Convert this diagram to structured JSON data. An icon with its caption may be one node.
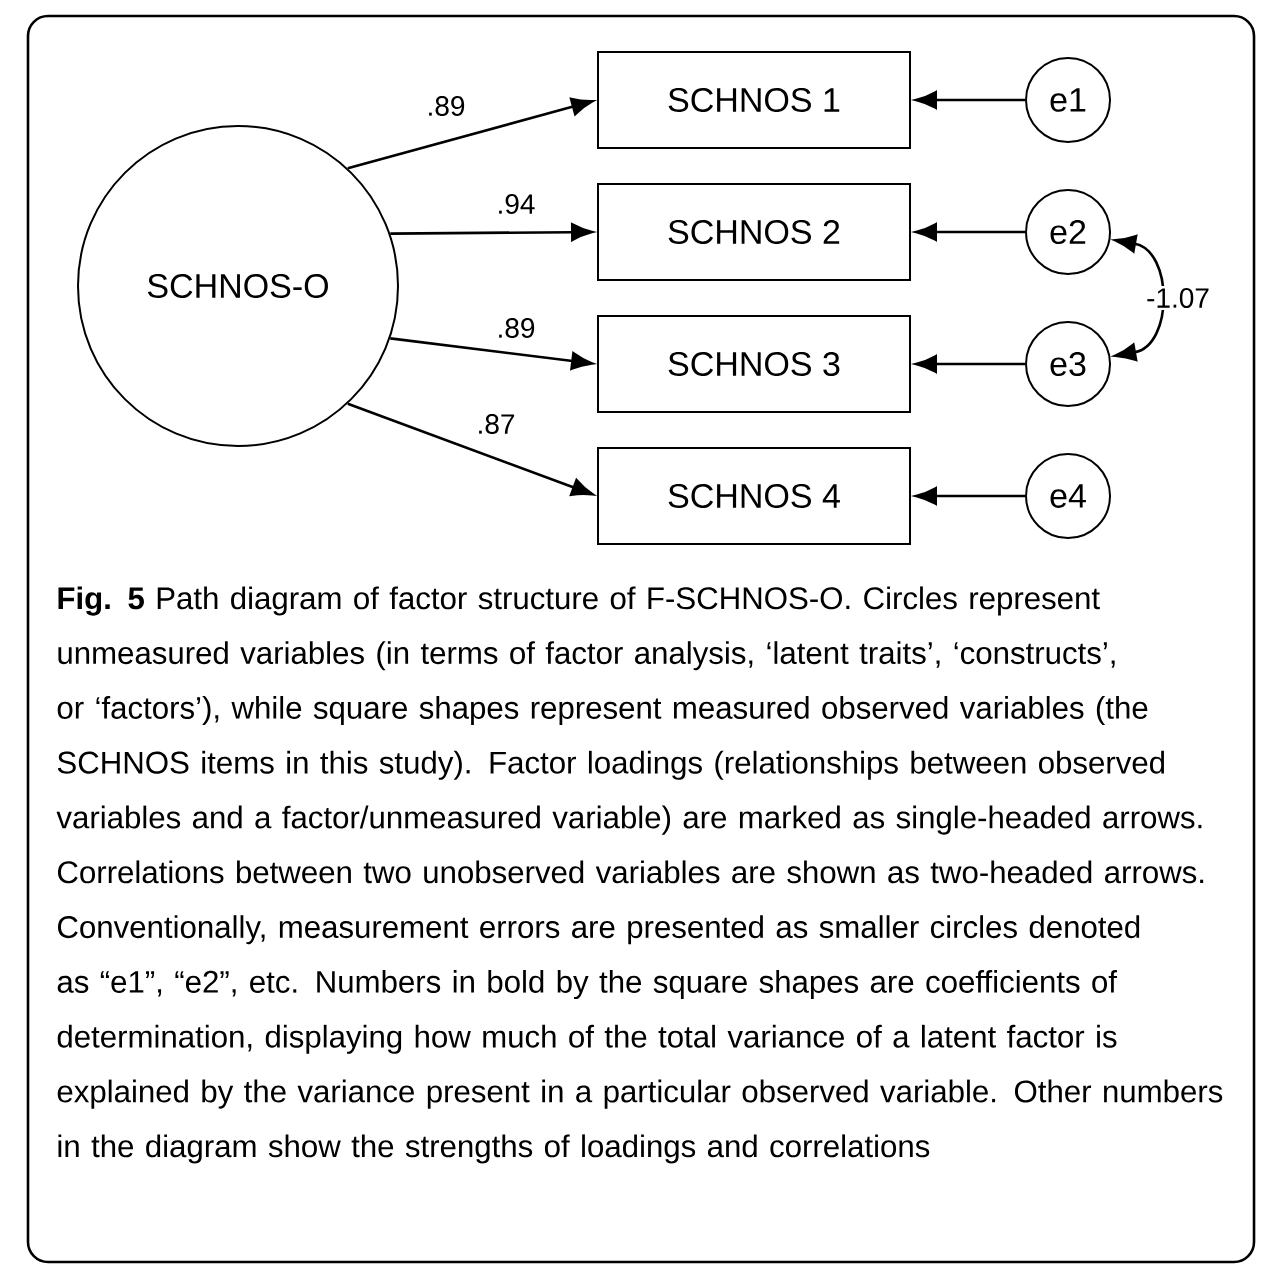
{
  "diagram": {
    "caption": "**Fig. 5** Path diagram of factor structure of F-SCHNOS-O. Circles represent unmeasured variables (in terms of factor analysis, ‘latent traits’, ‘constructs’, or ‘factors’), while square shapes represent measured observed variables (the SCHNOS items in this study). Factor loadings (relationships between observed variables and a factor/unmeasured variable) are marked as single-headed arrows. Correlations between two unobserved variables are shown as two-headed arrows. Conventionally, measurement errors are presented as smaller circles denoted as “e1”, “e2”, etc. Numbers in bold by the square shapes are coefficients of determination, displaying how much of the total variance of a latent factor is explained by the variance present in a particular observed variable. Other numbers in the diagram show the strengths of loadings and correlations",
    "nodes": [
      {
        "text": [
          "SCHNOS-O"
        ]
      },
      {
        "text": [
          "SCHNOS 1"
        ]
      },
      {
        "text": [
          "SCHNOS 2"
        ]
      },
      {
        "text": [
          "SCHNOS 3"
        ]
      },
      {
        "text": [
          "SCHNOS 4"
        ]
      },
      {
        "text": [
          "e1"
        ]
      },
      {
        "text": [
          "e2"
        ]
      },
      {
        "text": [
          "e3"
        ]
      },
      {
        "text": [
          "e4"
        ]
      }
    ],
    "edges": [
      {
        "from": 0,
        "to": 1,
        "arrow": "to",
        "label": ".89"
      },
      {
        "from": 0,
        "to": 2,
        "arrow": "to",
        "label": ".94"
      },
      {
        "from": 0,
        "to": 3,
        "arrow": "to",
        "label": ".89"
      },
      {
        "from": 0,
        "to": 4,
        "arrow": "to",
        "label": ".87"
      },
      {
        "from": 5,
        "to": 1,
        "arrow": "to"
      },
      {
        "from": 6,
        "to": 2,
        "arrow": "to"
      },
      {
        "from": 7,
        "to": 3,
        "arrow": "to"
      },
      {
        "from": 8,
        "to": 4,
        "arrow": "to"
      },
      {
        "from": 6,
        "to": 7,
        "arrow": "both",
        "label": "-1.07"
      }
    ]
  }
}
